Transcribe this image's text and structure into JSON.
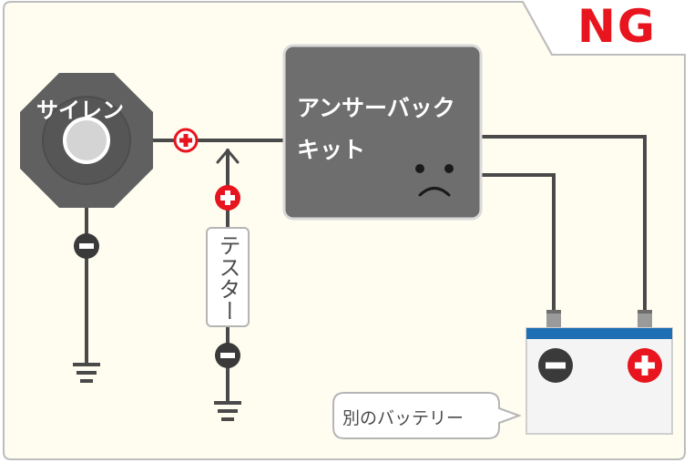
{
  "badge": {
    "text": "NG",
    "color": "#e8141e"
  },
  "siren": {
    "label": "サイレン"
  },
  "answerback_kit": {
    "line1": "アンサーバック",
    "line2": "キット",
    "face": "sad-face"
  },
  "tester": {
    "label": "テスター"
  },
  "battery": {
    "bubble_text": "別のバッテリー",
    "stripe_color": "#1f6fb5"
  },
  "colors": {
    "background": "#fffdf0",
    "wire": "#4a4a4a",
    "positive": "#e8141e",
    "negative": "#3a3a3a",
    "box": "#6e6e6e"
  },
  "icons": {
    "positive": "plus-icon",
    "negative": "minus-icon",
    "ground": "ground-icon",
    "arrow": "arrow-up-icon"
  }
}
